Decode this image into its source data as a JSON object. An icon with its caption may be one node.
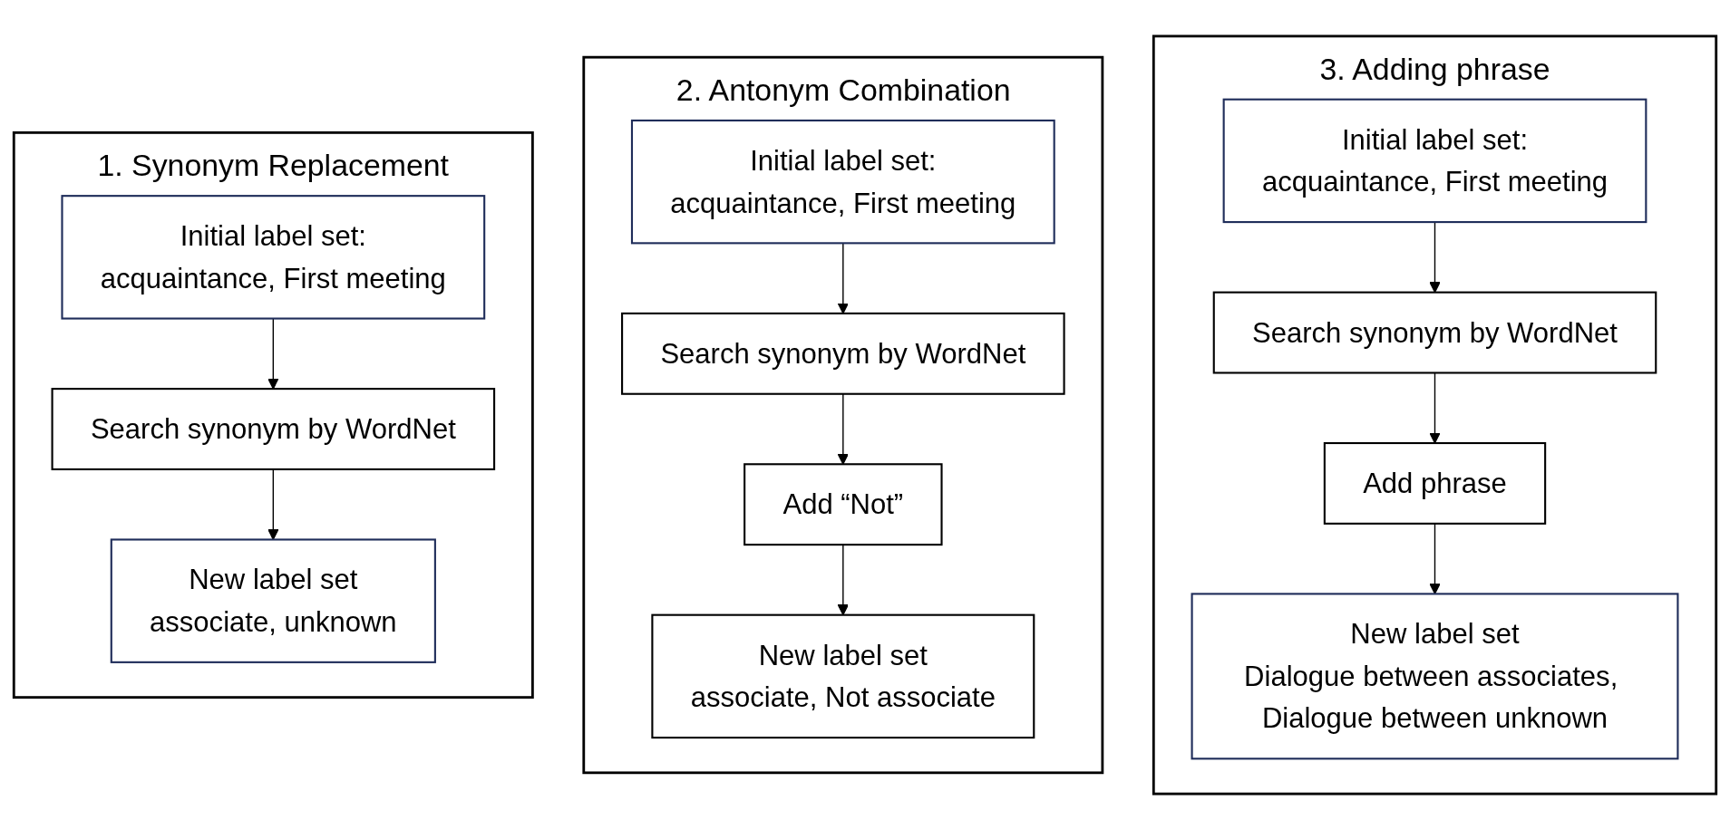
{
  "diagram": {
    "nodes": [
      {
        "text": [
          "1. Synonym Replacement"
        ]
      },
      {
        "text": [
          "Initial label set:",
          "acquaintance, First meeting"
        ],
        "in": 0
      },
      {
        "text": [
          "Search synonym by WordNet"
        ],
        "in": 0
      },
      {
        "text": [
          "New label set",
          "associate, unknown"
        ],
        "in": 0
      },
      {
        "text": [
          "2. Antonym Combination"
        ]
      },
      {
        "text": [
          "Initial label set:",
          "acquaintance, First meeting"
        ],
        "in": 4
      },
      {
        "text": [
          "Search synonym by WordNet"
        ],
        "in": 4
      },
      {
        "text": [
          "Add “Not”"
        ],
        "in": 4
      },
      {
        "text": [
          "New label set",
          "associate, Not associate"
        ],
        "in": 4
      },
      {
        "text": [
          "3. Adding phrase"
        ]
      },
      {
        "text": [
          "Initial label set:",
          "acquaintance, First meeting"
        ],
        "in": 9
      },
      {
        "text": [
          "Search synonym by WordNet"
        ],
        "in": 9
      },
      {
        "text": [
          "Add phrase"
        ],
        "in": 9
      },
      {
        "text": [
          "New label set",
          "Dialogue between associates, Dialogue between unknown"
        ],
        "in": 9
      }
    ],
    "edges": [
      {
        "from": 1,
        "to": 2,
        "arrow": "to"
      },
      {
        "from": 2,
        "to": 3,
        "arrow": "to"
      },
      {
        "from": 5,
        "to": 6,
        "arrow": "to"
      },
      {
        "from": 6,
        "to": 7,
        "arrow": "to"
      },
      {
        "from": 7,
        "to": 8,
        "arrow": "to"
      },
      {
        "from": 10,
        "to": 11,
        "arrow": "to"
      },
      {
        "from": 11,
        "to": 12,
        "arrow": "to"
      },
      {
        "from": 12,
        "to": 13,
        "arrow": "to"
      }
    ]
  }
}
